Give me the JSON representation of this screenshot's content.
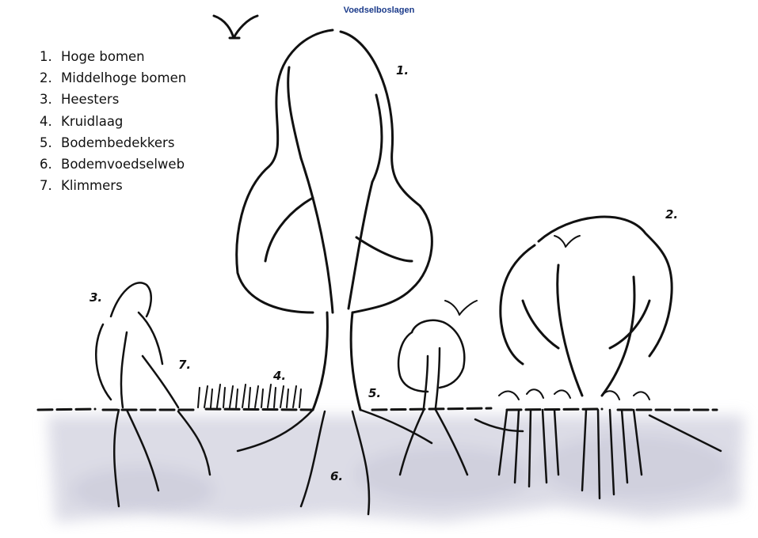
{
  "title": "Voedselboslagen",
  "legend": [
    {
      "number": "1.",
      "label": "Hoge bomen"
    },
    {
      "number": "2.",
      "label": "Middelhoge bomen"
    },
    {
      "number": "3.",
      "label": "Heesters"
    },
    {
      "number": "4.",
      "label": "Kruidlaag"
    },
    {
      "number": "5.",
      "label": "Bodembedekkers"
    },
    {
      "number": "6.",
      "label": "Bodemvoedselweb"
    },
    {
      "number": "7.",
      "label": "Klimmers"
    }
  ],
  "labels": {
    "tall_tree": "1.",
    "medium_tree": "2.",
    "shrubs": "3.",
    "herb_layer": "4.",
    "ground_cover": "5.",
    "soil_food_web": "6.",
    "climbers": "7."
  },
  "colors": {
    "title": "#1a3a8a",
    "ink": "#111111",
    "soil": "#d6d6e2"
  },
  "icons": [
    "bird-icon"
  ]
}
